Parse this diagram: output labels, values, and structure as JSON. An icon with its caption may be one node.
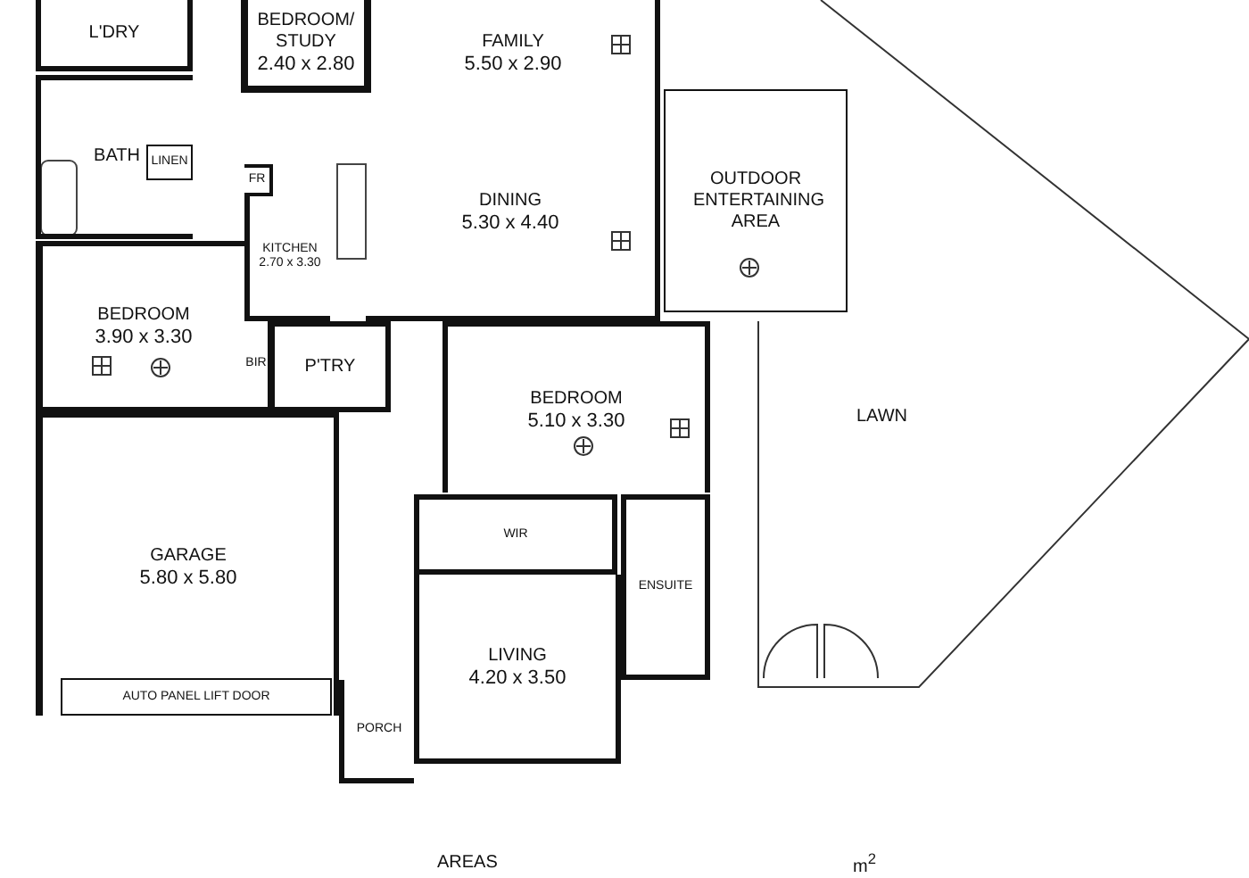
{
  "diagram": {
    "nodes": [
      {
        "text": [
          "L'DRY"
        ]
      },
      {
        "text": [
          "BEDROOM/ STUDY",
          "2.40 x 2.80"
        ]
      },
      {
        "text": [
          "FAMILY",
          "5.50 x 2.90"
        ]
      },
      {
        "text": [
          "LINEN"
        ],
        "in": 4
      },
      {
        "text": [
          "BATH"
        ]
      },
      {
        "text": [
          "FR"
        ]
      },
      {
        "text": [
          "KITCHEN",
          "2.70 x 3.30"
        ]
      },
      {
        "text": [
          "DINING",
          "5.30 x 4.40"
        ]
      },
      {
        "text": [
          "OUTDOOR ENTERTAINING AREA"
        ]
      },
      {
        "text": [
          "BEDROOM",
          "3.90 x 3.30"
        ]
      },
      {
        "text": [
          "BIR"
        ]
      },
      {
        "text": [
          "P'TRY"
        ]
      },
      {
        "text": [
          "BEDROOM",
          "5.10 x 3.30"
        ]
      },
      {
        "text": [
          "LAWN"
        ]
      },
      {
        "text": [
          "WIR"
        ]
      },
      {
        "text": [
          "GARAGE",
          "5.80 x 5.80"
        ]
      },
      {
        "text": [
          "ENSUITE"
        ]
      },
      {
        "text": [
          "AUTO PANEL LIFT DOOR"
        ],
        "in": 15
      },
      {
        "text": [
          "LIVING",
          "4.20 x 3.50"
        ]
      },
      {
        "text": [
          "PORCH"
        ]
      }
    ],
    "edges": [],
    "labels": [
      "AREAS",
      "m$^{2}$"
    ]
  }
}
